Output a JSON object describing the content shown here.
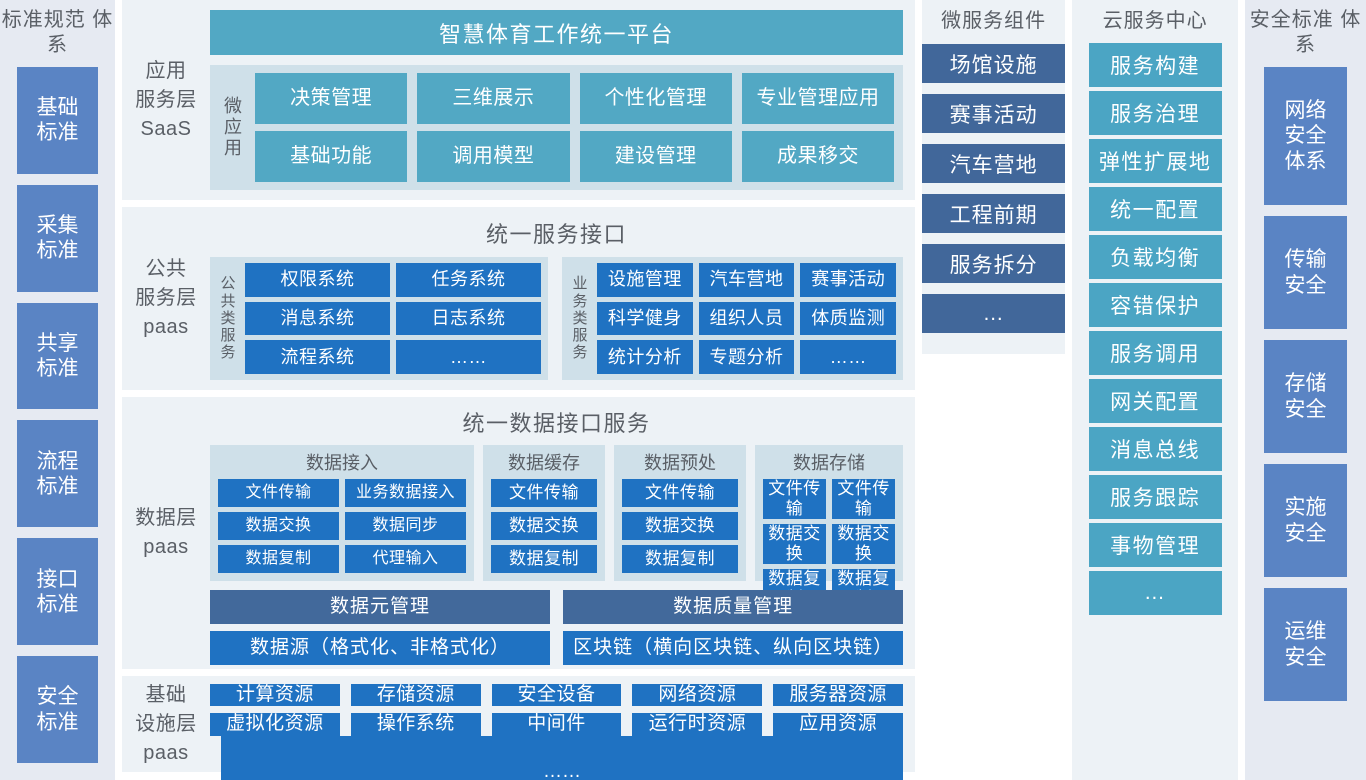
{
  "left_standards": {
    "title": "标准规范\n体系",
    "items": [
      {
        "label": "基础\n标准",
        "h": 112
      },
      {
        "label": "采集\n标准",
        "h": 112
      },
      {
        "label": "共享\n标准",
        "h": 112
      },
      {
        "label": "流程\n标准",
        "h": 112
      },
      {
        "label": "接口\n标准",
        "h": 112
      },
      {
        "label": "安全\n标准",
        "h": 112
      }
    ]
  },
  "right_standards": {
    "title": "安全标准\n体系",
    "items": [
      {
        "label": "网络\n安全\n体系",
        "h": 138
      },
      {
        "label": "传输\n安全",
        "h": 113
      },
      {
        "label": "存储\n安全",
        "h": 113
      },
      {
        "label": "实施\n安全",
        "h": 113
      },
      {
        "label": "运维\n安全",
        "h": 113
      }
    ]
  },
  "application_layer": {
    "label": "应用\n服务层\nSaaS",
    "banner": "智慧体育工作统一平台",
    "micro_app_label": "微\n应\n用",
    "micro_apps": [
      "决策管理",
      "三维展示",
      "个性化管理",
      "专业管理应用",
      "基础功能",
      "调用模型",
      "建设管理",
      "成果移交"
    ]
  },
  "public_service_layer": {
    "label": "公共\n服务层\npaas",
    "title": "统一服务接口",
    "groups": [
      {
        "vlabel": "公\n共\n类\n服\n务",
        "items": [
          "权限系统",
          "任务系统",
          "消息系统",
          "日志系统",
          "流程系统",
          "……"
        ]
      },
      {
        "vlabel": "业\n务\n类\n服\n务",
        "items": [
          "设施管理",
          "汽车营地",
          "赛事活动",
          "科学健身",
          "组织人员",
          "体质监测",
          "统计分析",
          "专题分析",
          "……"
        ]
      }
    ]
  },
  "data_layer": {
    "label": "数据层\npaas",
    "title": "统一数据接口服务",
    "groups": [
      {
        "name": "数据接入",
        "items": [
          "文件传输",
          "业务数据接入",
          "数据交换",
          "数据同步",
          "数据复制",
          "代理输入"
        ]
      },
      {
        "name": "数据缓存",
        "items": [
          "文件传输",
          "数据交换",
          "数据复制"
        ]
      },
      {
        "name": "数据预处",
        "items": [
          "文件传输",
          "数据交换",
          "数据复制"
        ]
      },
      {
        "name": "数据存储",
        "items": [
          "文件传输",
          "文件传输",
          "数据交换",
          "数据交换",
          "数据复制",
          "数据复制"
        ]
      }
    ],
    "bars_row1": [
      "数据元管理",
      "数据质量管理"
    ],
    "bars_row2": [
      "数据源（格式化、非格式化）",
      "区块链（横向区块链、纵向区块链）"
    ]
  },
  "infrastructure_layer": {
    "label": "基础\n设施层\npaas",
    "items": [
      "计算资源",
      "存储资源",
      "安全设备",
      "网络资源",
      "服务器资源",
      "虚拟化资源",
      "操作系统",
      "中间件",
      "运行时资源",
      "应用资源"
    ],
    "ellipsis": "……"
  },
  "microservice_components": {
    "title": "微服务组件",
    "items": [
      "场馆设施",
      "赛事活动",
      "汽车营地",
      "工程前期",
      "服务拆分",
      "…"
    ]
  },
  "cloud_service_center": {
    "title": "云服务中心",
    "items": [
      "服务构建",
      "服务治理",
      "弹性扩展地",
      "统一配置",
      "负载均衡",
      "容错保护",
      "服务调用",
      "网关配置",
      "消息总线",
      "服务跟踪",
      "事物管理",
      "…"
    ]
  },
  "colors": {
    "page_bg": "#ffffff",
    "panel_bg": "#edf2f6",
    "sidebar_bg": "#e6eaf2",
    "sidebar_box": "#5a84c4",
    "teal_box": "#52a8c4",
    "teal_cloud": "#4ba5c4",
    "light_group": "#cfe0e9",
    "bright_blue": "#1f72c2",
    "slate_blue": "#41679a",
    "dark_bar": "#42699b",
    "title_text": "#5a5f66"
  }
}
